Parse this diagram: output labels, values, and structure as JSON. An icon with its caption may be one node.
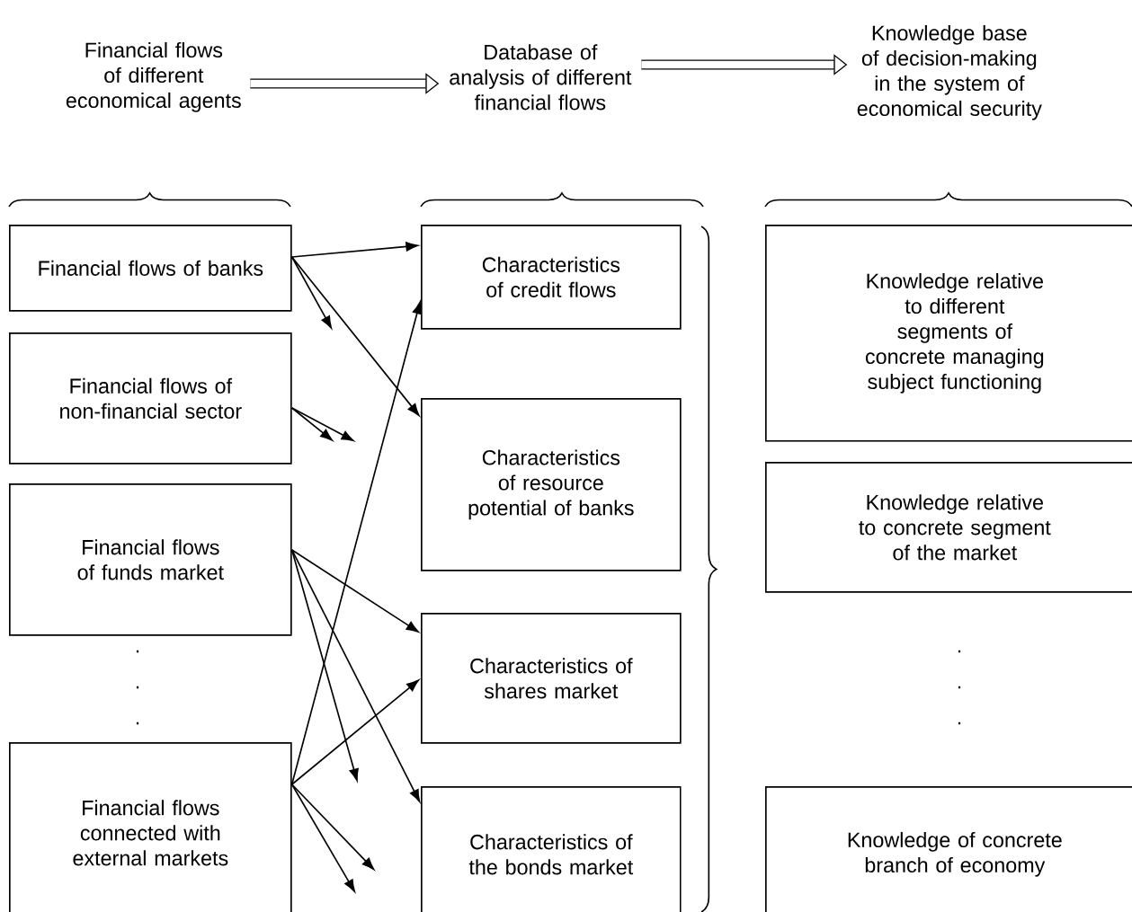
{
  "diagram": {
    "nodes": [
      {
        "text": [
          "Financial flows of different economical agents"
        ]
      },
      {
        "text": [
          "Database of analysis of different financial flows"
        ]
      },
      {
        "text": [
          "Knowledge base of decision-making in the system of economical security"
        ]
      },
      {
        "text": [
          "Financial flows of banks"
        ]
      },
      {
        "text": [
          "Financial flows of non-financial sector"
        ]
      },
      {
        "text": [
          "Financial flows of funds market"
        ]
      },
      {
        "text": [
          "Financial flows connected with external markets"
        ]
      },
      {
        "text": [
          "Characteristics of credit flows"
        ]
      },
      {
        "text": [
          "Characteristics of resource potential of banks"
        ]
      },
      {
        "text": [
          "Characteristics of shares market"
        ]
      },
      {
        "text": [
          "Characteristics of the bonds market"
        ]
      },
      {
        "text": [
          "Knowledge relative to different segments of concrete managing subject functioning"
        ]
      },
      {
        "text": [
          "Knowledge relative to concrete segment of the market"
        ]
      },
      {
        "text": [
          "Knowledge of concrete branch of economy"
        ]
      }
    ],
    "edges": [
      {
        "from": 0,
        "to": 1,
        "arrow": "to",
        "style": "thick"
      },
      {
        "from": 1,
        "to": 2,
        "arrow": "to",
        "style": "thick"
      },
      {
        "from": 3,
        "to": 7,
        "arrow": "to"
      },
      {
        "from": 3,
        "to": null,
        "arrow": "to"
      },
      {
        "from": 3,
        "to": 8,
        "arrow": "to"
      },
      {
        "from": 4,
        "to": null,
        "arrow": "to"
      },
      {
        "from": 4,
        "to": null,
        "arrow": "to"
      },
      {
        "from": 5,
        "to": 9,
        "arrow": "to"
      },
      {
        "from": 5,
        "to": null,
        "arrow": "to"
      },
      {
        "from": 5,
        "to": 10,
        "arrow": "to"
      },
      {
        "from": 6,
        "to": 7,
        "arrow": "to"
      },
      {
        "from": 6,
        "to": 9,
        "arrow": "to"
      },
      {
        "from": 6,
        "to": null,
        "arrow": "to"
      },
      {
        "from": 6,
        "to": null,
        "arrow": "to"
      }
    ],
    "labels": [
      ".",
      ".",
      ".",
      ".",
      ".",
      "."
    ]
  }
}
